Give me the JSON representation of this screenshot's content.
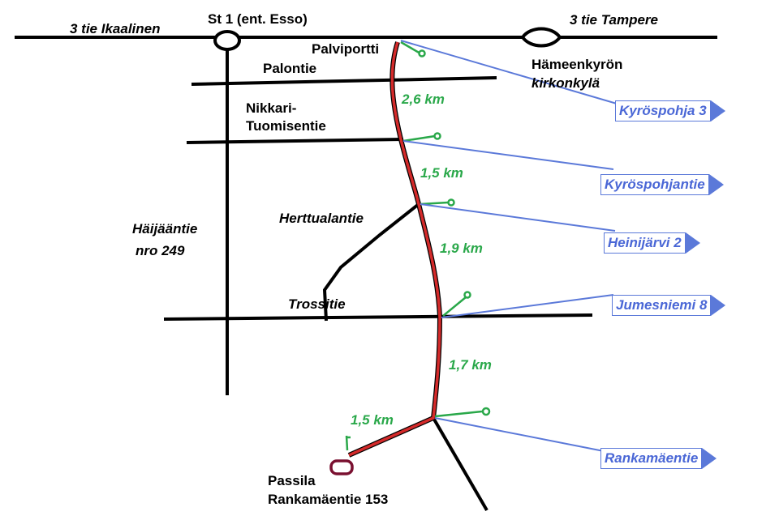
{
  "roads": {
    "highway_west": "3 tie Ikaalinen",
    "highway_east": "3 tie Tampere",
    "junction": "St 1 (ent. Esso)",
    "palviportti": "Palviportti",
    "palontie": "Palontie",
    "nikkari_1": "Nikkari-",
    "nikkari_2": "Tuomisentie",
    "hameenkyro_1": "Hämeenkyrön",
    "hameenkyro_2": "kirkonkylä",
    "haijaantie_1": "Häijääntie",
    "haijaantie_2": "nro 249",
    "herttualantie": "Herttualantie",
    "trossitie": "Trossitie"
  },
  "destination": {
    "name": "Passila",
    "address": "Rankamäentie 153"
  },
  "distances": [
    "2,6 km",
    "1,5 km",
    "1,9 km",
    "1,7 km",
    "1,5 km"
  ],
  "signs": [
    "Kyröspohja 3",
    "Kyröspohjantie",
    "Heinijärvi 2",
    "Jumesniemi 8",
    "Rankamäentie"
  ],
  "colors": {
    "route": "#d42a2a",
    "road": "#000000",
    "sign": "#5b79d9",
    "distance": "#2aa84a",
    "destination_marker": "#7a1030"
  }
}
